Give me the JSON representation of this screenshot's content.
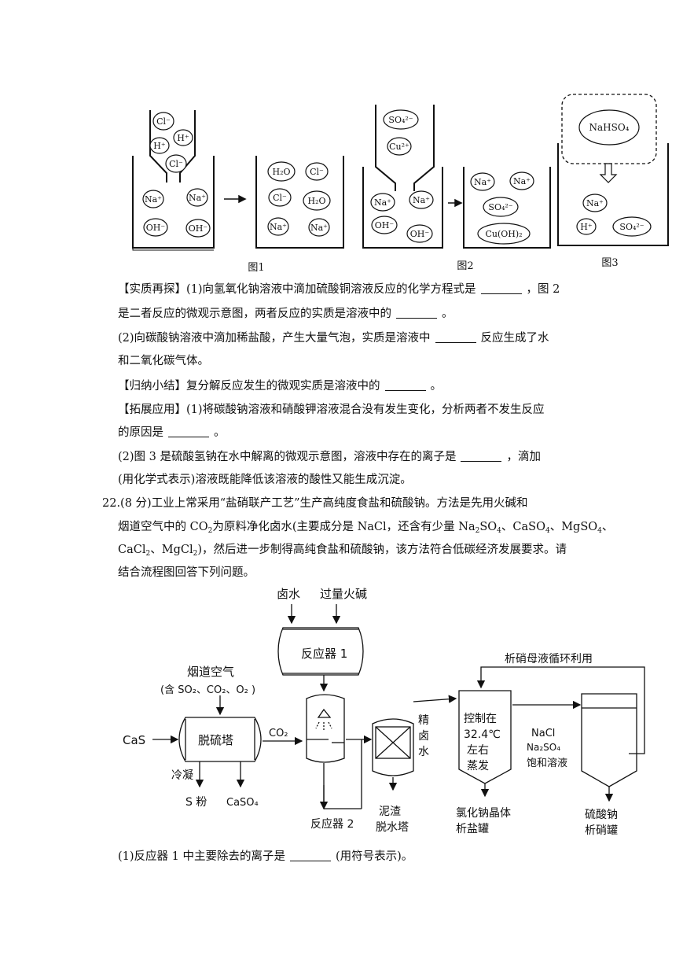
{
  "figure_top": {
    "fig1": {
      "caption": "图1",
      "funnel_ions": [
        "Cl⁻",
        "H⁺",
        "H⁺",
        "Cl⁻"
      ],
      "beaker_left": [
        "Na⁺",
        "Na⁺",
        "OH⁻",
        "OH⁻"
      ],
      "beaker_right": [
        "H₂O",
        "Cl⁻",
        "Cl⁻",
        "H₂O",
        "Na⁺",
        "Na⁺"
      ]
    },
    "fig2": {
      "caption": "图2",
      "funnel_ions": [
        "SO₄²⁻",
        "Cu²⁺"
      ],
      "beaker_left": [
        "Na⁺",
        "Na⁺",
        "OH⁻",
        "OH⁻"
      ],
      "beaker_right": [
        "Na⁺",
        "Na⁺",
        "SO₄²⁻",
        "Cu(OH)₂"
      ]
    },
    "fig3": {
      "caption": "图3",
      "box_label": "NaHSO₄",
      "beaker": [
        "Na⁺",
        "H⁺",
        "SO₄²⁻"
      ]
    }
  },
  "text": {
    "p1a": "【实质再探】(1)向氢氧化钠溶液中滴加硫酸铜溶液反应的化学方程式是",
    "p1b": "，图 2",
    "p2a": "是二者反应的微观示意图，两者反应的实质是溶液中的",
    "p2b": "。",
    "p3a": "(2)向碳酸钠溶液中滴加稀盐酸，产生大量气泡，实质是溶液中",
    "p3b": "反应生成了水",
    "p4": "和二氧化碳气体。",
    "p5a": "【归纳小结】复分解反应发生的微观实质是溶液中的",
    "p5b": "。",
    "p6": "【拓展应用】(1)将碳酸钠溶液和硝酸钾溶液混合没有发生变化，分析两者不发生反应",
    "p7a": "的原因是",
    "p7b": "。",
    "p8a": "(2)图 3 是硫酸氢钠在水中解离的微观示意图，溶液中存在的离子是",
    "p8b": "，滴加",
    "p9": "(用化学式表示)溶液既能降低该溶液的酸性又能生成沉淀。",
    "q22_l1": "22.(8 分)工业上常采用“盐硝联产工艺”生产高纯度食盐和硫酸钠。方法是先用火碱和",
    "q22_l2a": "烟道空气中的 CO",
    "q22_l2b": "为原料净化卤水(主要成分是 NaCl，还含有少量 Na",
    "q22_l2c": "SO",
    "q22_l2d": "、CaSO",
    "q22_l2e": "、MgSO",
    "q22_l2f": "、",
    "q22_l3a": "CaCl",
    "q22_l3b": "、MgCl",
    "q22_l3c": ")，然后进一步制得高纯食盐和硫酸钠，该方法符合低碳经济发展要求。请",
    "q22_l4": "结合流程图回答下列问题。",
    "sub2": "2",
    "sub4": "4",
    "q1a": "(1)反应器 1 中主要除去的离子是",
    "q1b": "(用符号表示)。"
  },
  "flow": {
    "brine": "卤水",
    "caustic": "过量火碱",
    "reactor1": "反应器 1",
    "flue": "烟道空气",
    "flue_contains": "(含 SO₂、CO₂、O₂ )",
    "cas": "CaS",
    "desulf": "脱硫塔",
    "co2": "CO₂",
    "condense": "冷凝",
    "s_powder": "S 粉",
    "caso4": "CaSO₄",
    "reactor2": "反应器 2",
    "sludge1": "泥渣",
    "sludge2": "脱水塔",
    "refined": [
      "精",
      "卤",
      "水"
    ],
    "mother_liquor": "析硝母液循环利用",
    "control": [
      "控制在",
      "32.4℃",
      "左右",
      "蒸发"
    ],
    "nacl_crystal": "氯化钠晶体",
    "salt_tank": "析盐罐",
    "sat_solution": [
      "NaCl",
      "Na₂SO₄",
      "饱和溶液"
    ],
    "sodium_sulfate": "硫酸钠",
    "nitre_tank": "析硝罐"
  }
}
